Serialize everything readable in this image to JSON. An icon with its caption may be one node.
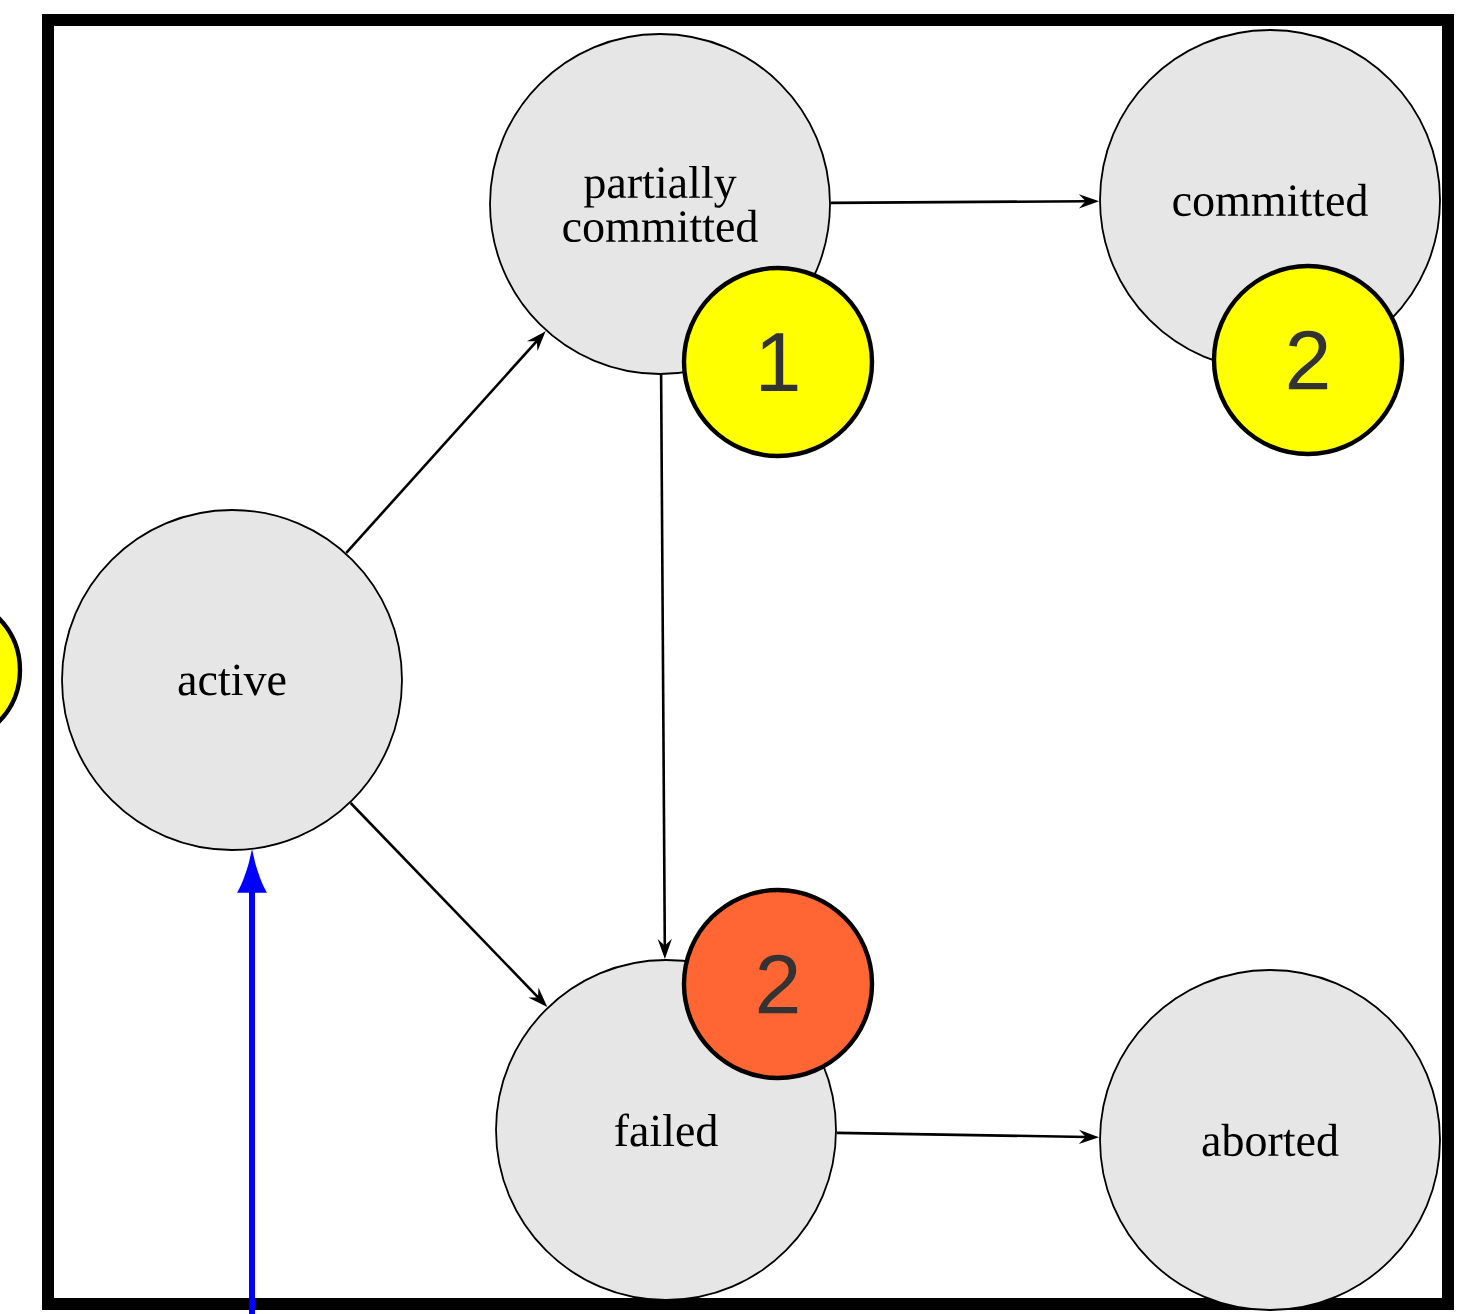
{
  "diagram": {
    "nodes": [
      {
        "text": [
          "active"
        ]
      },
      {
        "text": [
          "partially committed"
        ]
      },
      {
        "text": [
          "committed"
        ]
      },
      {
        "text": [
          "failed"
        ]
      },
      {
        "text": [
          "aborted"
        ]
      },
      {
        "text": [
          "1"
        ]
      },
      {
        "text": [
          "2"
        ]
      },
      {
        "text": [
          "2"
        ]
      },
      {
        "text": [],
        "shape": "circle"
      }
    ],
    "edges": [
      {
        "from": 0,
        "to": 1,
        "arrow": "to"
      },
      {
        "from": 0,
        "to": 3,
        "arrow": "to"
      },
      {
        "from": 1,
        "to": 2,
        "arrow": "to"
      },
      {
        "from": 1,
        "to": 3,
        "arrow": "to"
      },
      {
        "from": 3,
        "to": 4,
        "arrow": "to"
      },
      {
        "from": null,
        "to": 0,
        "arrow": "to",
        "style": "thick",
        "color": "#0000ff"
      }
    ]
  }
}
